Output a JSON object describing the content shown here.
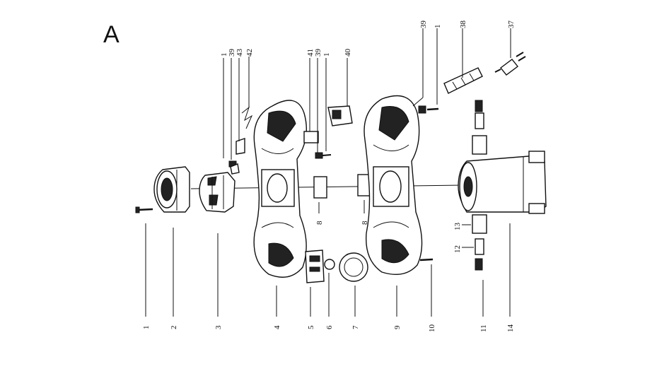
{
  "diagram": {
    "section_letter": "A",
    "bottom_callouts": [
      "1",
      "2",
      "3",
      "4",
      "5",
      "6",
      "7",
      "9",
      "10",
      "11",
      "14"
    ],
    "middle_callouts": [
      "8",
      "8",
      "13",
      "12"
    ],
    "top_callouts": [
      "1",
      "39",
      "43",
      "42",
      "41",
      "39",
      "1",
      "40",
      "39",
      "1",
      "38",
      "37"
    ]
  }
}
